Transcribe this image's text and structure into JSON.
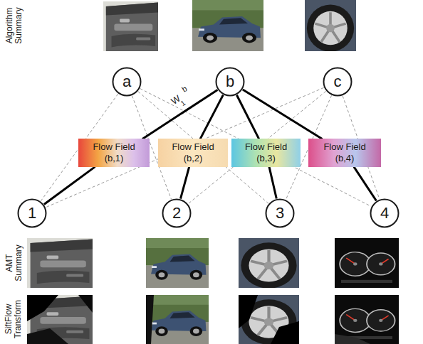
{
  "diagram": {
    "nodes": [
      {
        "text": [
          "a"
        ]
      },
      {
        "text": [
          "b"
        ]
      },
      {
        "text": [
          "c"
        ]
      },
      {
        "text": [
          "Flow Field (b,1)"
        ]
      },
      {
        "text": [
          "Flow Field (b,2)"
        ]
      },
      {
        "text": [
          "Flow Field (b,3)"
        ]
      },
      {
        "text": [
          "Flow Field (b,4)"
        ]
      },
      {
        "text": [
          "1"
        ]
      },
      {
        "text": [
          "2"
        ]
      },
      {
        "text": [
          "3"
        ]
      },
      {
        "text": [
          "4"
        ]
      }
    ],
    "edges": [
      {
        "from": 1,
        "to": 3,
        "arrow": "none"
      },
      {
        "from": 1,
        "to": 4,
        "arrow": "none"
      },
      {
        "from": 1,
        "to": 5,
        "arrow": "none"
      },
      {
        "from": 1,
        "to": 6,
        "arrow": "none"
      },
      {
        "from": 3,
        "to": 7,
        "arrow": "none"
      },
      {
        "from": 4,
        "to": 8,
        "arrow": "none"
      },
      {
        "from": 5,
        "to": 9,
        "arrow": "none"
      },
      {
        "from": 6,
        "to": 10,
        "arrow": "none"
      },
      {
        "from": 0,
        "to": 7,
        "arrow": "none"
      },
      {
        "from": 0,
        "to": 8,
        "arrow": "none"
      },
      {
        "from": 0,
        "to": 9,
        "arrow": "none"
      },
      {
        "from": 0,
        "to": 10,
        "arrow": "none"
      },
      {
        "from": 2,
        "to": 7,
        "arrow": "none"
      },
      {
        "from": 2,
        "to": 8,
        "arrow": "none"
      },
      {
        "from": 2,
        "to": 9,
        "arrow": "none"
      },
      {
        "from": 2,
        "to": 10,
        "arrow": "none"
      }
    ],
    "labels": [
      "Algorithm Summary",
      "b",
      "W",
      "1",
      "AMT Summary",
      "SiftFlow Transform"
    ]
  }
}
